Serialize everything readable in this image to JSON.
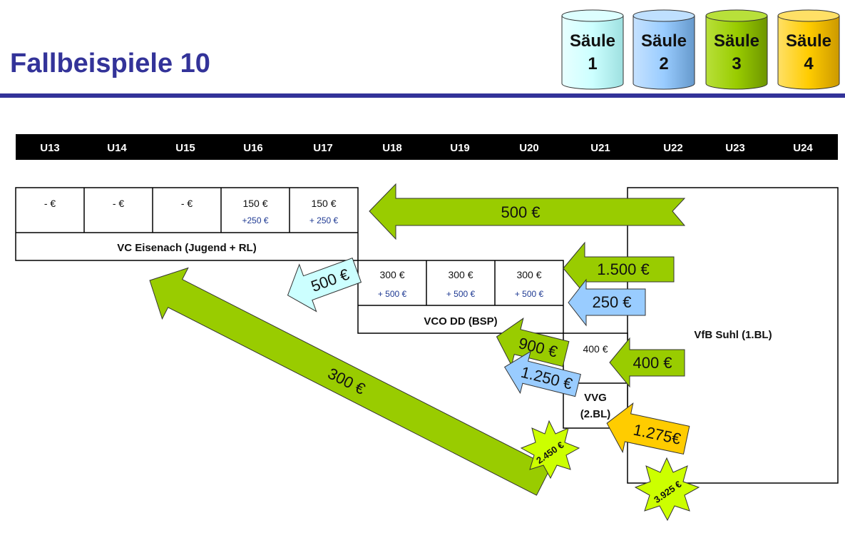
{
  "title": "Fallbeispiele 10",
  "pillars": [
    {
      "line1": "Säule",
      "line2": "1",
      "color": "#ccffff"
    },
    {
      "line1": "Säule",
      "line2": "2",
      "color": "#99ccff"
    },
    {
      "line1": "Säule",
      "line2": "3",
      "color": "#99cc00"
    },
    {
      "line1": "Säule",
      "line2": "4",
      "color": "#ffcc00"
    }
  ],
  "age_groups": [
    "U13",
    "U14",
    "U15",
    "U16",
    "U17",
    "U18",
    "U19",
    "U20",
    "U21",
    "U22",
    "U23",
    "U24"
  ],
  "eisenach": {
    "fees": [
      "- €",
      "- €",
      "- €",
      "150 €",
      "150 €"
    ],
    "bonus": [
      "",
      "",
      "",
      "+250 €",
      "+ 250 €"
    ],
    "name": "VC Eisenach (Jugend + RL)"
  },
  "vco": {
    "fees": [
      "300 €",
      "300 €",
      "300 €"
    ],
    "bonus": [
      "+ 500 €",
      "+ 500 €",
      "+ 500 €"
    ],
    "name": "VCO DD (BSP)"
  },
  "vvg": {
    "fee": "400 €",
    "name_line1": "VVG",
    "name_line2": "(2.BL)"
  },
  "suhl": {
    "name": "VfB Suhl (1.BL)"
  },
  "arrows": {
    "a500_top": "500 €",
    "a1500": "1.500 €",
    "a250": "250 €",
    "a500_left": "500 €",
    "a300": "300 €",
    "a900": "900 €",
    "a1250": "1.250 €",
    "a400": "400 €",
    "a1275": "1.275€"
  },
  "totals": {
    "star1": "2.450 €",
    "star2": "3.925 €"
  },
  "colors": {
    "green": "#99cc00",
    "lightblue": "#99ccff",
    "cyan": "#ccffff",
    "orange": "#ffcc00",
    "navy": "#333399",
    "star": "#ccff00"
  }
}
